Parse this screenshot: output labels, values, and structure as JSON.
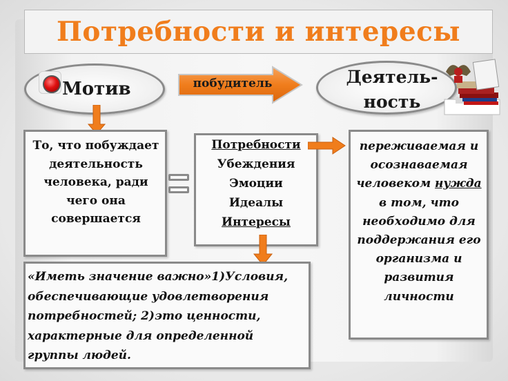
{
  "title": "Потребности и интересы",
  "motiv": {
    "label": "Мотив"
  },
  "activity": {
    "label_line1": "Деятель-",
    "label_line2": "ность"
  },
  "arrow_label": "побудитель",
  "definition_box": {
    "text": "То, что побуждает деятельность человека, ради чего она совершается"
  },
  "center_list": {
    "items": [
      "Потребности",
      "Убеждения",
      "Эмоции",
      "Идеалы",
      "Интересы"
    ]
  },
  "right_box": {
    "pre": "переживаемая и осознаваемая человеком ",
    "underlined": "нужда",
    "post": " в том, что необходимо для поддержания его организма и развития личности"
  },
  "bottom_box": {
    "text": "«Иметь значение важно»1)Условия, обеспечивающие удовлетворения потребностей; 2)это ценности, характерные для определенной группы людей."
  },
  "colors": {
    "title": "#f07d1c",
    "arrow": "#f07d1c",
    "border": "#8a8a8a"
  },
  "icons": [
    "red-button-icon",
    "coat-of-arms-books-icon"
  ]
}
